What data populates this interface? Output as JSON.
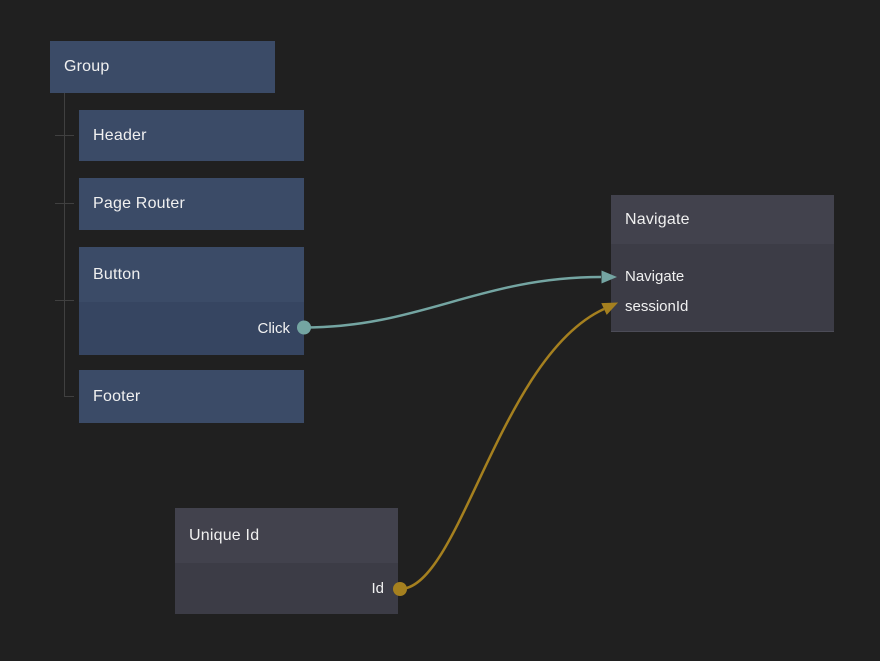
{
  "app": {
    "name": "node-graph-editor",
    "background_color": "#202020"
  },
  "nodes": {
    "group": {
      "title": "Group",
      "type": "visual",
      "color": "#3b4b67"
    },
    "header": {
      "title": "Header",
      "type": "visual",
      "color": "#3b4b67"
    },
    "page_router": {
      "title": "Page Router",
      "type": "visual",
      "color": "#3b4b67"
    },
    "button": {
      "title": "Button",
      "type": "visual",
      "color": "#3b4b67",
      "output_port": {
        "label": "Click",
        "color": "#74a5a2"
      }
    },
    "footer": {
      "title": "Footer",
      "type": "visual",
      "color": "#3b4b67"
    },
    "navigate": {
      "title": "Navigate",
      "type": "logic",
      "color": "#42424d",
      "inputs": [
        {
          "label": "Navigate",
          "arrow_color": "#74a5a2"
        },
        {
          "label": "sessionId",
          "arrow_color": "#a5801f"
        }
      ]
    },
    "unique_id": {
      "title": "Unique Id",
      "type": "logic",
      "color": "#42424d",
      "output_port": {
        "label": "Id",
        "color": "#a5801f"
      }
    }
  },
  "tree": {
    "parent": "Group",
    "children": [
      "Header",
      "Page Router",
      "Button",
      "Footer"
    ],
    "line_color": "#404040"
  },
  "connections": [
    {
      "from_node": "Button",
      "from_port": "Click",
      "to_node": "Navigate",
      "to_port": "Navigate",
      "color": "#74a5a2"
    },
    {
      "from_node": "Unique Id",
      "from_port": "Id",
      "to_node": "Navigate",
      "to_port": "sessionId",
      "color": "#a5801f"
    }
  ]
}
